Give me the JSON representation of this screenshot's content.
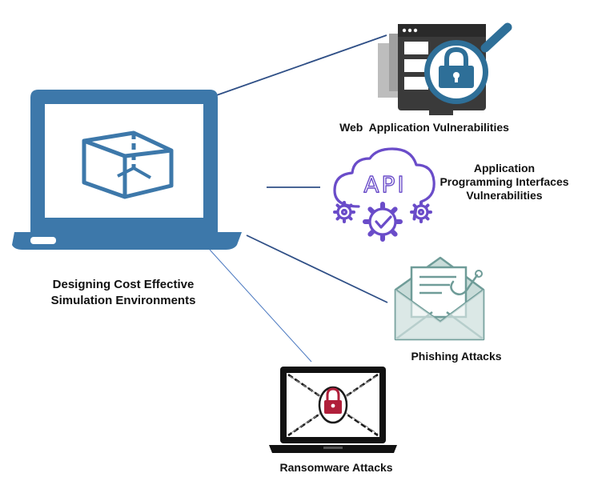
{
  "center": {
    "title_lines": [
      "Designing Cost Effective",
      "Simulation Environments"
    ]
  },
  "threats": {
    "web": {
      "label": "Web  Application Vulnerabilities",
      "icon": "browser-padlock-magnifier-icon"
    },
    "api": {
      "label_lines": [
        "Application",
        "Programming Interfaces",
        "Vulnerabilities"
      ],
      "icon_text": "API",
      "icon": "api-cloud-gears-icon"
    },
    "phishing": {
      "label": "Phishing Attacks",
      "icon": "envelope-hook-icon"
    },
    "ransomware": {
      "label": "Ransomware Attacks",
      "icon": "laptop-chains-lock-icon"
    }
  },
  "colors": {
    "laptop_blue": "#3d78aa",
    "connector_blue": "#2f4f86",
    "api_purple": "#6a4cc9",
    "phish_teal": "#6f9c98",
    "web_dark": "#3a3a3a",
    "lock_red": "#b01f3a"
  }
}
